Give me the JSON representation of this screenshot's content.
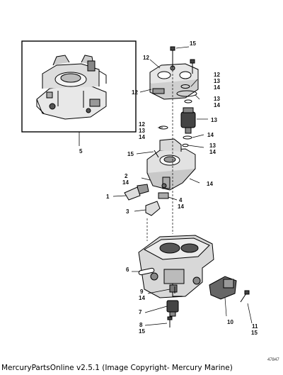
{
  "diagram": {
    "callouts": {
      "c15_top": "15",
      "c12_a": "12",
      "c12_b": "12",
      "c13_a": "13",
      "c14_a": "14",
      "c12_c": "12",
      "c13_b": "13",
      "c14_b": "14",
      "c13_c": "13",
      "c12_d": "12",
      "c13_d": "13",
      "c14_c": "14",
      "c14_d": "14",
      "c13_e": "13",
      "c14_e": "14",
      "c15_mid": "15",
      "c2": "2",
      "c14_f": "14",
      "c14_g": "14",
      "c1": "1",
      "c4": "4",
      "c14_h": "14",
      "c3": "3",
      "c5": "5",
      "c6": "6",
      "c9": "9",
      "c14_i": "14",
      "c7": "7",
      "c8": "8",
      "c15_bot": "15",
      "c10": "10",
      "c11": "11",
      "c15_right": "15"
    },
    "ref_number": "47847"
  },
  "footer": {
    "text": "MercuryPartsOnline v2.5.1 (Image Copyright- Mercury Marine)"
  }
}
